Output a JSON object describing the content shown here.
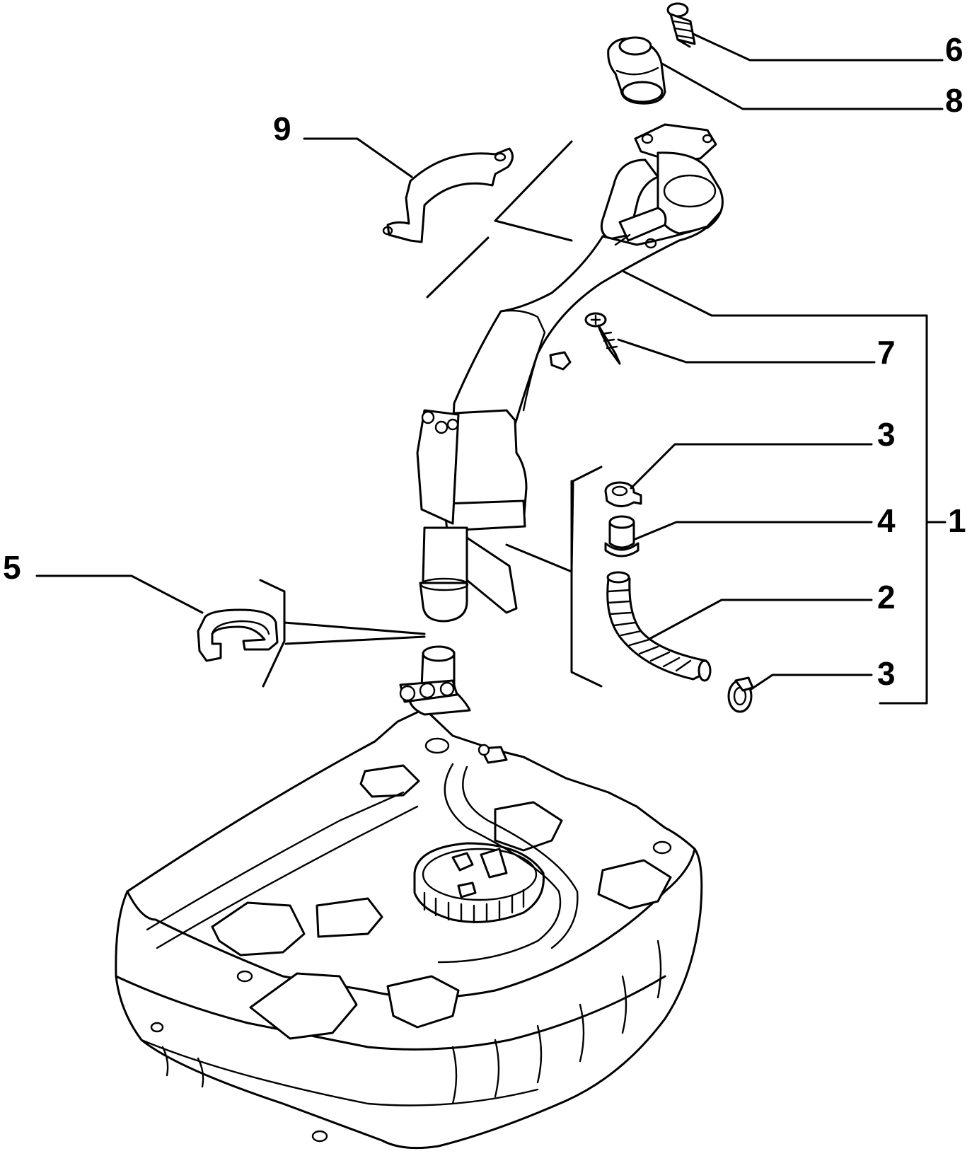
{
  "diagram": {
    "callouts": [
      {
        "id": "6",
        "label": "6"
      },
      {
        "id": "8",
        "label": "8"
      },
      {
        "id": "9",
        "label": "9"
      },
      {
        "id": "7",
        "label": "7"
      },
      {
        "id": "3a",
        "label": "3"
      },
      {
        "id": "4",
        "label": "4"
      },
      {
        "id": "1",
        "label": "1"
      },
      {
        "id": "5",
        "label": "5"
      },
      {
        "id": "2",
        "label": "2"
      },
      {
        "id": "3b",
        "label": "3"
      }
    ]
  }
}
